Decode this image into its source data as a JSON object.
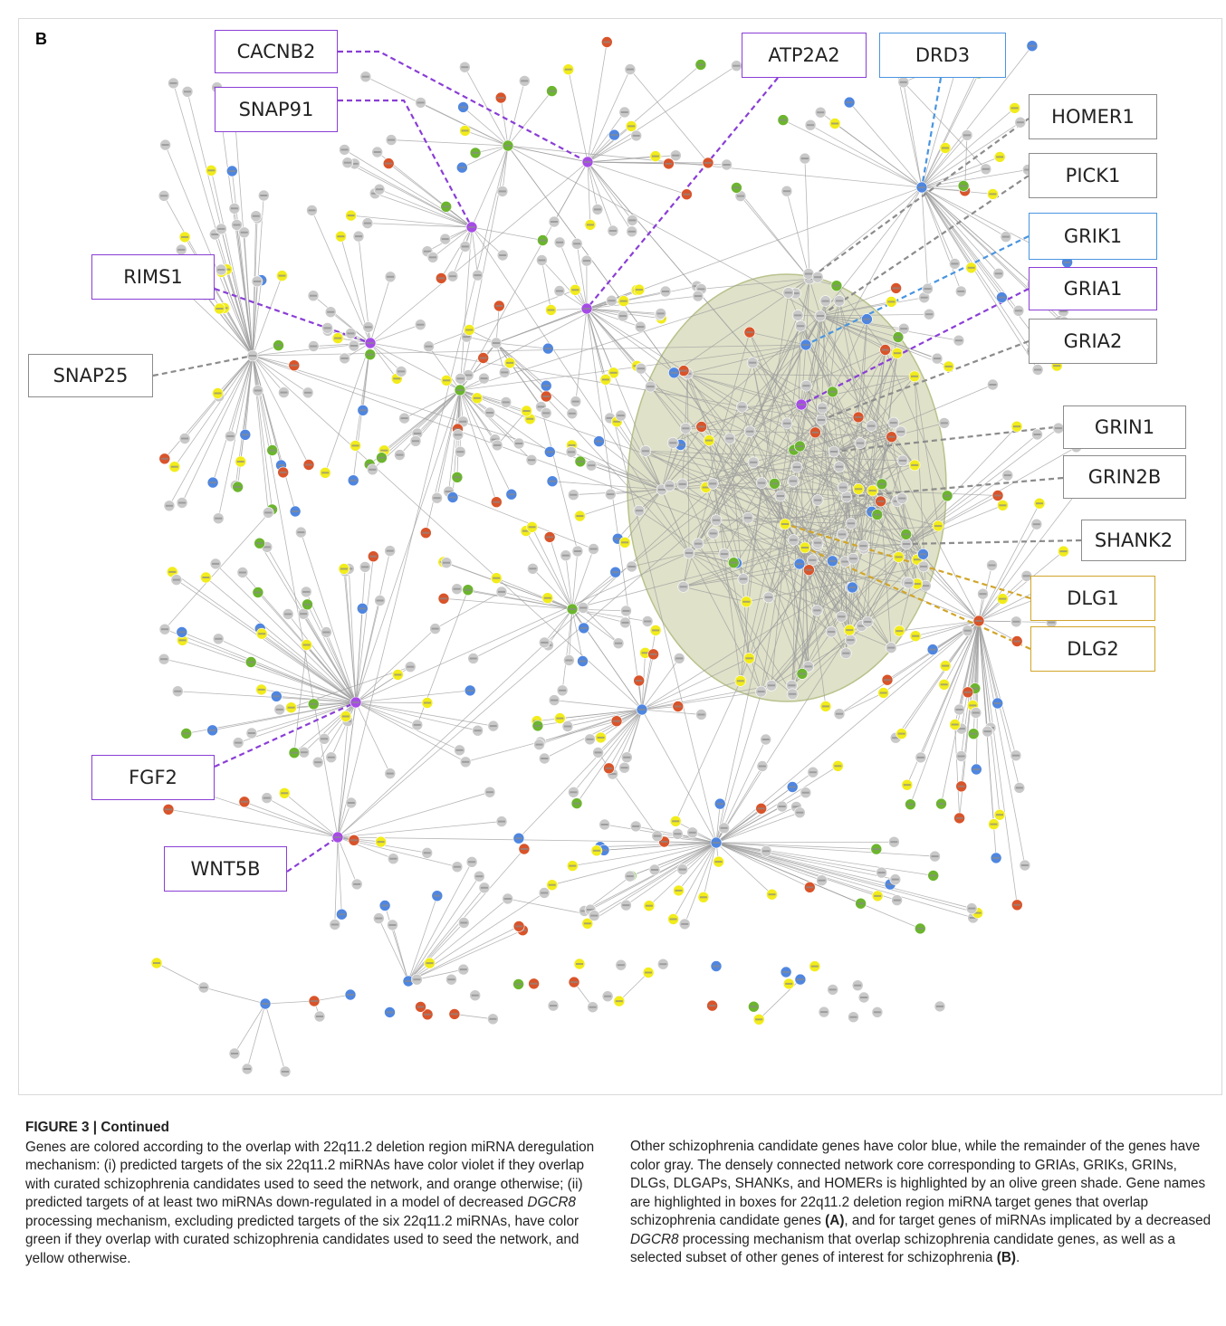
{
  "panel_label": "B",
  "colors": {
    "violet": "#a64ce6",
    "orange": "#d9542a",
    "green": "#6cb52e",
    "yellow": "#f2ec1c",
    "blue": "#4f86e0",
    "gray": "#c9c9c9",
    "core_shade": "#d9dcc0",
    "box_violet": "#8a3ed6",
    "box_blue": "#4a95e0",
    "box_gray": "#8c8c8c",
    "box_gold": "#d1a52a"
  },
  "gene_boxes": [
    {
      "label": "CACNB2",
      "color_key": "violet"
    },
    {
      "label": "SNAP91",
      "color_key": "violet"
    },
    {
      "label": "ATP2A2",
      "color_key": "violet"
    },
    {
      "label": "DRD3",
      "color_key": "blue"
    },
    {
      "label": "HOMER1",
      "color_key": "gray"
    },
    {
      "label": "PICK1",
      "color_key": "gray"
    },
    {
      "label": "GRIK1",
      "color_key": "blue"
    },
    {
      "label": "GRIA1",
      "color_key": "violet"
    },
    {
      "label": "GRIA2",
      "color_key": "gray"
    },
    {
      "label": "RIMS1",
      "color_key": "violet"
    },
    {
      "label": "SNAP25",
      "color_key": "gray"
    },
    {
      "label": "GRIN1",
      "color_key": "gray"
    },
    {
      "label": "GRIN2B",
      "color_key": "gray"
    },
    {
      "label": "SHANK2",
      "color_key": "gray"
    },
    {
      "label": "DLG1",
      "color_key": "gold"
    },
    {
      "label": "DLG2",
      "color_key": "gold"
    },
    {
      "label": "FGF2",
      "color_key": "violet"
    },
    {
      "label": "WNT5B",
      "color_key": "violet"
    }
  ],
  "caption": {
    "title": "FIGURE 3 | Continued",
    "left_parts": [
      {
        "t": "Genes are colored according to the overlap with 22q11.2 deletion region miRNA deregulation mechanism: (i) predicted targets of the six 22q11.2 miRNAs have color violet if they overlap with curated schizophrenia candidates used to seed the network, and orange otherwise; (ii) predicted targets of at least two miRNAs down-regulated in a model of decreased ",
        "s": ""
      },
      {
        "t": "DGCR8",
        "s": "i"
      },
      {
        "t": " processing mechanism, excluding predicted targets of the six 22q11.2 miRNAs, have color green if they overlap with curated schizophrenia candidates used to seed the network, and yellow otherwise.",
        "s": ""
      }
    ],
    "right_parts": [
      {
        "t": "Other schizophrenia candidate genes have color blue, while the remainder of the genes have color gray. The densely connected network core corresponding to GRIAs, GRIKs, GRINs, DLGs, DLGAPs, SHANKs, and HOMERs is highlighted by an olive green shade. Gene names are highlighted in boxes for 22q11.2 deletion region miRNA target genes that overlap schizophrenia candidate genes ",
        "s": ""
      },
      {
        "t": "(A)",
        "s": "b"
      },
      {
        "t": ", and for target genes of miRNAs implicated by a decreased ",
        "s": ""
      },
      {
        "t": "DGCR8",
        "s": "i"
      },
      {
        "t": " processing mechanism that overlap schizophrenia candidate genes, as well as a selected subset of other genes of interest for schizophrenia ",
        "s": ""
      },
      {
        "t": "(B)",
        "s": "b"
      },
      {
        "t": ".",
        "s": ""
      }
    ]
  }
}
